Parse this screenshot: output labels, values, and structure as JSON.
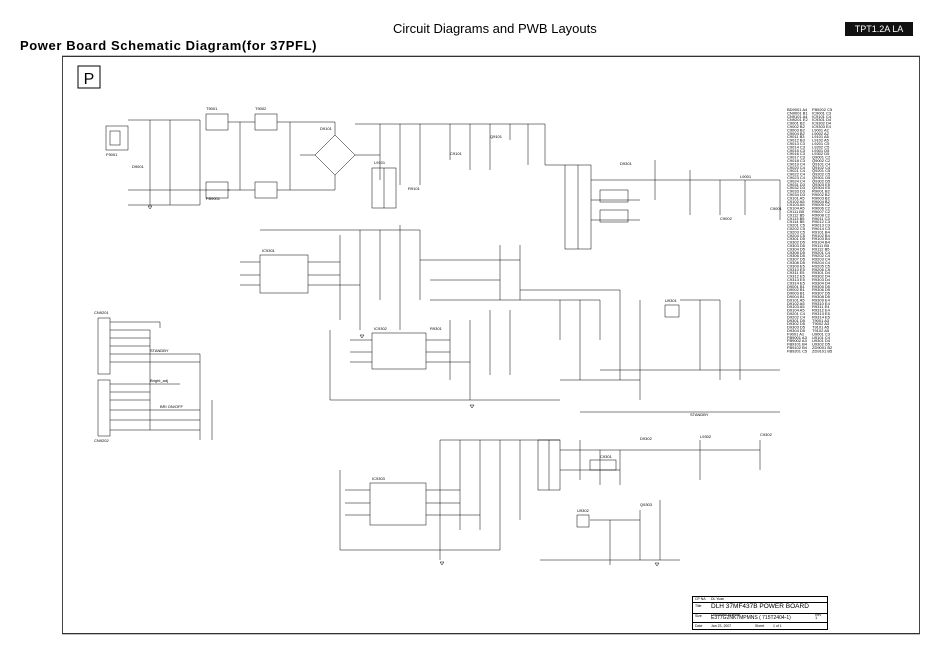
{
  "header": {
    "section_title": "Circuit Diagrams and PWB Layouts",
    "model_badge": "TPT1.2A LA"
  },
  "page_title": "Power Board Schematic Diagram(for 37PFL)",
  "diagram": {
    "section_letter": "P",
    "connectors": [
      {
        "id": "CN9201",
        "label": "CN9201"
      },
      {
        "id": "CN9202",
        "label": "CN9202"
      }
    ],
    "net_labels": [
      "STANDBY",
      "Bright_adj",
      "BRI ON/OFF",
      "STANDBY"
    ],
    "blocks": [
      {
        "id": "ic9301",
        "name": "IC9301"
      },
      {
        "id": "ic9302",
        "name": "IC9302"
      },
      {
        "id": "ic9303",
        "name": "IC9303"
      }
    ],
    "component_refs": [
      "F9001",
      "D9001",
      "T9001",
      "T9002",
      "D9101",
      "L9101",
      "C9101",
      "Q9101",
      "R9101",
      "FB9001",
      "L9001",
      "C9001",
      "C9002",
      "D9301",
      "U9301",
      "U9302",
      "C9301",
      "R9301",
      "D9302",
      "L9302",
      "C9302",
      "Q9303"
    ]
  },
  "parts_list": [
    "BD9001 A4",
    "CN9001 B1",
    "CN9101 A4",
    "CN9201 E2",
    "C9001 B2",
    "C9002 B2",
    "C9003 B2",
    "C9004 B2",
    "C9011 B3",
    "C9012 B3",
    "C9013 C3",
    "C9014 C3",
    "C9015 C3",
    "C9016 C3",
    "C9017 C3",
    "C9018 C3",
    "C9019 C4",
    "C9020 C4",
    "C9021 C4",
    "C9022 C4",
    "C9023 C4",
    "C9024 C4",
    "C9031 D3",
    "C9032 D3",
    "C9033 D3",
    "C9034 D3",
    "C9101 A5",
    "C9102 A5",
    "C9103 A5",
    "C9104 A5",
    "C9111 B5",
    "C9112 B5",
    "C9113 B5",
    "C9114 B5",
    "C9201 C5",
    "C9202 C5",
    "C9203 C5",
    "C9204 C5",
    "C9301 D5",
    "C9302 D5",
    "C9303 D5",
    "C9304 D5",
    "C9305 D5",
    "C9306 D5",
    "C9307 D5",
    "C9308 D5",
    "C9309 E5",
    "C9310 E5",
    "C9311 E5",
    "C9312 E5",
    "C9313 E5",
    "C9314 E5",
    "D9001 B1",
    "D9002 B1",
    "D9003 B1",
    "D9004 B1",
    "D9101 A5",
    "D9102 A5",
    "D9103 A5",
    "D9104 A5",
    "D9201 C4",
    "D9202 C4",
    "D9301 D5",
    "D9302 D5",
    "D9303 D5",
    "D9304 D5",
    "F9001 A1",
    "FB9001 A3",
    "FB9002 A3",
    "FB9101 B4",
    "FB9102 B4",
    "FB9201 C5",
    "FB9202 C5",
    "IC9001 C3",
    "IC9101 C4",
    "IC9301 D4",
    "IC9302 D4",
    "IC9303 E4",
    "L9001 A2",
    "L9002 A2",
    "L9101 A5",
    "L9102 A5",
    "L9201 C5",
    "L9202 C5",
    "L9301 D5",
    "L9302 D5",
    "Q9001 C2",
    "Q9002 C2",
    "Q9101 C4",
    "Q9102 C4",
    "Q9201 C5",
    "Q9202 C5",
    "Q9301 D5",
    "Q9302 D5",
    "Q9303 E5",
    "Q9304 E5",
    "R9001 B2",
    "R9002 B2",
    "R9003 B2",
    "R9004 B2",
    "R9005 C2",
    "R9006 C2",
    "R9007 C2",
    "R9008 C2",
    "R9011 C3",
    "R9012 C3",
    "R9013 C3",
    "R9014 C3",
    "R9101 B4",
    "R9102 B4",
    "R9103 B4",
    "R9104 B4",
    "R9111 B5",
    "R9112 B5",
    "R9201 C4",
    "R9202 C4",
    "R9203 C4",
    "R9204 C4",
    "R9205 C5",
    "R9206 C5",
    "R9301 D4",
    "R9302 D4",
    "R9303 D4",
    "R9304 D4",
    "R9305 D5",
    "R9306 D5",
    "R9307 D5",
    "R9308 D5",
    "R9309 E4",
    "R9310 E4",
    "R9311 E4",
    "R9312 E4",
    "R9313 E5",
    "R9314 E5",
    "T9001 A3",
    "T9002 A3",
    "T9101 A5",
    "T9102 A5",
    "U9001 C3",
    "U9101 C4",
    "U9301 D4",
    "U9302 D5",
    "ZD9001 B2",
    "ZD9101 B5"
  ],
  "title_block": {
    "cp_label": "CP NA",
    "cp_value": "DL Yuan",
    "title_label": "Title",
    "title": "DLH 37MF437B POWER BOARD",
    "size_label": "Size",
    "doc_label": "Document Number",
    "doc_number": "E377G2NK7MPMNS ( 715T2404-1)",
    "rev_label": "Rev",
    "rev": "1",
    "date_label": "Date",
    "date": "Jan 23, 2007",
    "sheet_label": "Sheet",
    "sheet": "1 of 1"
  },
  "colors": {
    "ink": "#000000",
    "badge_bg": "#111111",
    "paper": "#ffffff"
  }
}
